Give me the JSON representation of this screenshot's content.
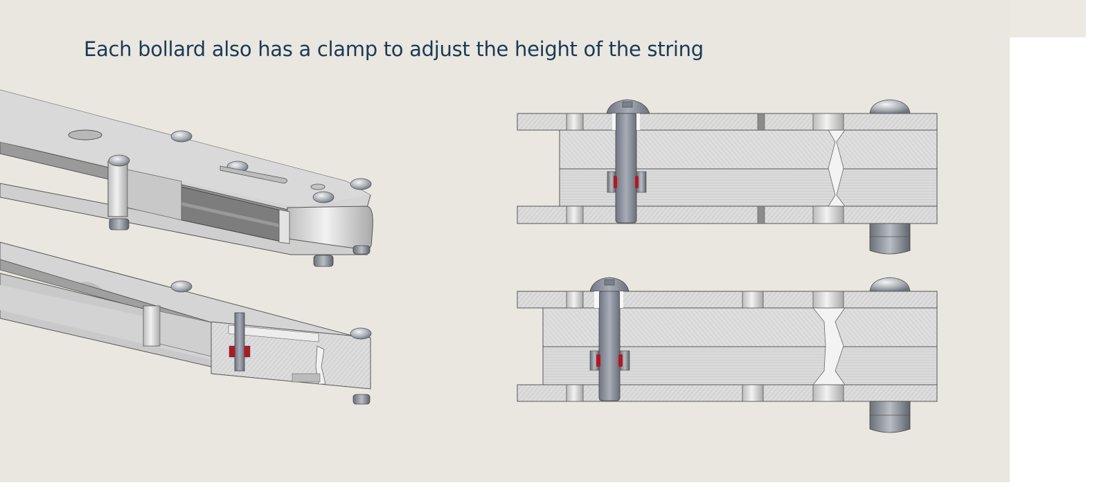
{
  "slide": {
    "title": "Each bollard also has a clamp to adjust the height of the string"
  },
  "colors": {
    "background": "#e9e7df",
    "title": "#1b3a57",
    "metal": "#d6d6d6",
    "section_hatch": "#b9b9b9",
    "rubber_ring": "#b11822"
  },
  "figures": [
    {
      "name": "bollard-3d-assembled-view"
    },
    {
      "name": "bollard-3d-section-view"
    },
    {
      "name": "clamp-section-view-upper"
    },
    {
      "name": "clamp-section-view-lower"
    }
  ]
}
